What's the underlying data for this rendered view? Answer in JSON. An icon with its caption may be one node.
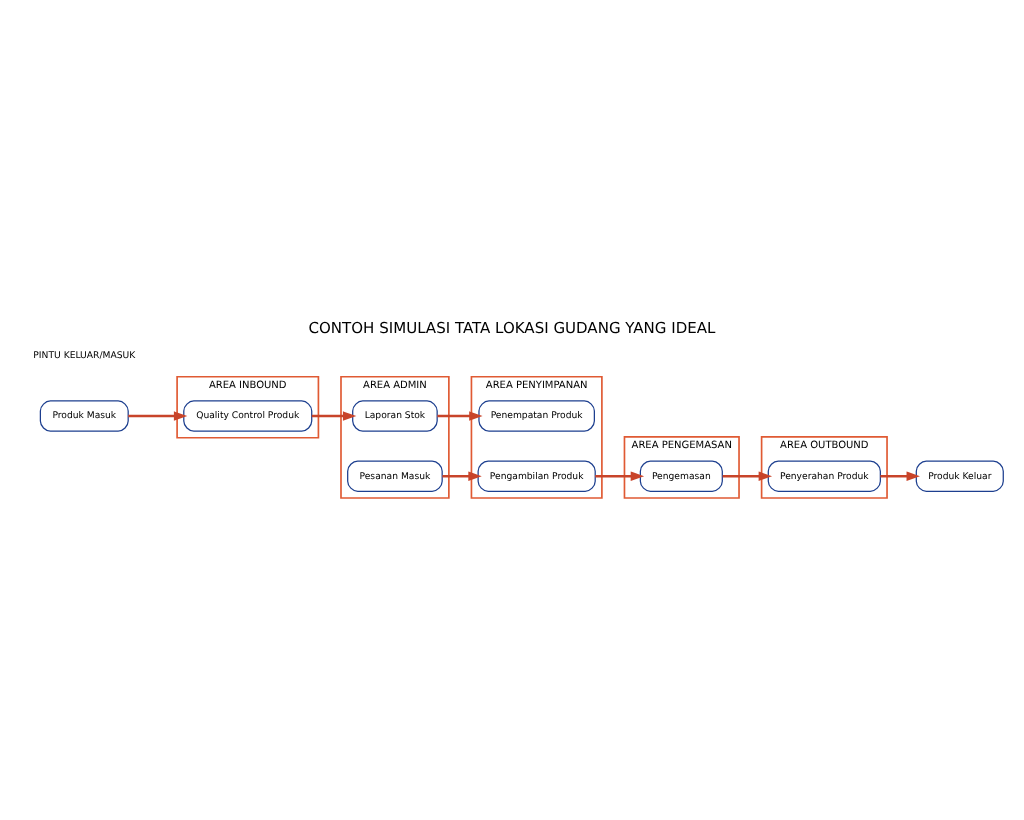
{
  "diagram": {
    "title": "CONTOH SIMULASI TATA LOKASI GUDANG YANG IDEAL",
    "nodes": [
      {
        "text": [
          "AREA PENYIMPANAN"
        ]
      },
      {
        "text": [
          "Penempatan Produk"
        ],
        "in": 0
      },
      {
        "text": [
          "Pengambilan Produk"
        ],
        "in": 0
      },
      {
        "text": [
          "AREA ADMIN"
        ]
      },
      {
        "text": [
          "Laporan Stok"
        ],
        "in": 3
      },
      {
        "text": [
          "Pesanan Masuk"
        ],
        "in": 3
      },
      {
        "text": [
          "AREA INBOUND"
        ]
      },
      {
        "text": [
          "Quality Control Produk"
        ],
        "in": 6
      },
      {
        "text": [
          "AREA PENGEMASAN"
        ]
      },
      {
        "text": [
          "Pengemasan"
        ],
        "in": 8
      },
      {
        "text": [
          "AREA OUTBOUND"
        ]
      },
      {
        "text": [
          "Penyerahan Produk"
        ],
        "in": 10
      },
      {
        "text": [
          "Produk Masuk"
        ]
      },
      {
        "text": [
          "Produk Keluar"
        ]
      }
    ],
    "edges": [
      {
        "from": 12,
        "to": 7,
        "arrow": "to"
      },
      {
        "from": 7,
        "to": 4,
        "arrow": "to"
      },
      {
        "from": 4,
        "to": 1,
        "arrow": "to"
      },
      {
        "from": 5,
        "to": 2,
        "arrow": "to"
      },
      {
        "from": 2,
        "to": 9,
        "arrow": "to"
      },
      {
        "from": 9,
        "to": 11,
        "arrow": "to"
      },
      {
        "from": 11,
        "to": 13,
        "arrow": "to"
      }
    ],
    "labels": [
      "PINTU KELUAR/MASUK"
    ]
  }
}
